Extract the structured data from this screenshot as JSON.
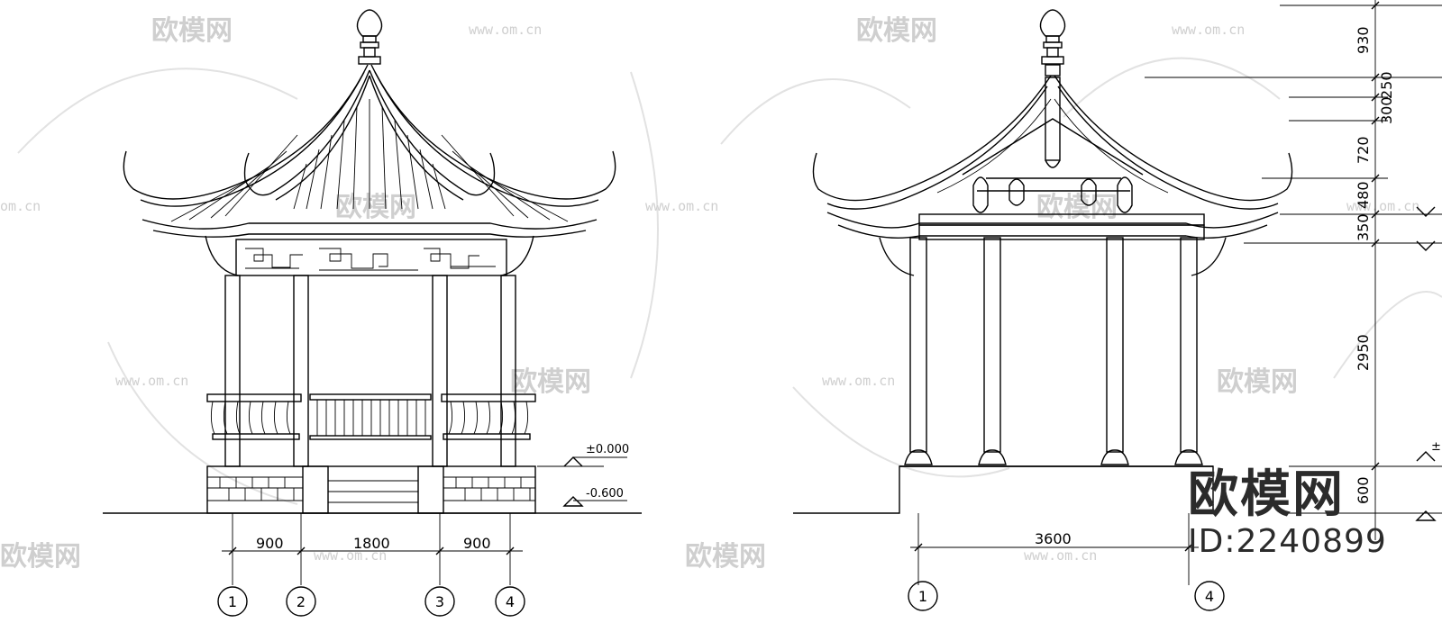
{
  "watermark": {
    "brand": "欧模网",
    "url": "www.om.cn",
    "url_short": "om.cn"
  },
  "brand_overlay": {
    "name": "欧模网",
    "id": "ID:2240899"
  },
  "front_elevation": {
    "dimensions": [
      "900",
      "1800",
      "900"
    ],
    "axes": [
      "1",
      "2",
      "3",
      "4"
    ],
    "levels": [
      "±0.000",
      "-0.600"
    ]
  },
  "side_elevation": {
    "overall_width": "3600",
    "axes": [
      "1",
      "4"
    ],
    "vertical_dimensions": [
      "930",
      "250",
      "300",
      "720",
      "480",
      "350",
      "2950",
      "600"
    ],
    "levels": [
      "±"
    ]
  }
}
